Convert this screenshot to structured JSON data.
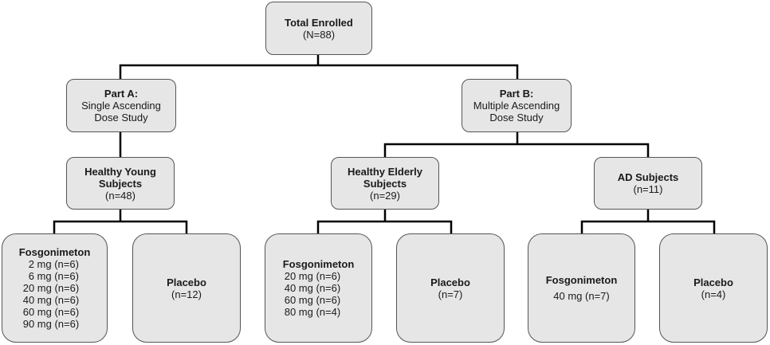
{
  "colors": {
    "box_fill": "#e6e6e6",
    "box_border": "#555555",
    "connector": "#000000"
  },
  "nodes": {
    "total": {
      "title": "Total Enrolled",
      "lines": [
        "(N=88)"
      ]
    },
    "part_a": {
      "title": "Part A:",
      "lines": [
        "Single Ascending",
        "Dose Study"
      ]
    },
    "part_b": {
      "title": "Part B:",
      "lines": [
        "Multiple Ascending",
        "Dose Study"
      ]
    },
    "healthy_young": {
      "title": "Healthy Young Subjects",
      "lines": [
        "(n=48)"
      ]
    },
    "healthy_elderly": {
      "title": "Healthy Elderly Subjects",
      "lines": [
        "(n=29)"
      ]
    },
    "ad_subjects": {
      "title": "AD Subjects",
      "lines": [
        "(n=11)"
      ]
    },
    "young_fosgonimeton": {
      "title": "Fosgonimeton",
      "lines": [
        "2 mg (n=6)",
        "6 mg (n=6)",
        "20 mg (n=6)",
        "40 mg (n=6)",
        "60 mg (n=6)",
        "90 mg (n=6)"
      ]
    },
    "young_placebo": {
      "title": "Placebo",
      "lines": [
        "(n=12)"
      ]
    },
    "elderly_fosgonimeton": {
      "title": "Fosgonimeton",
      "lines": [
        "20 mg (n=6)",
        "40 mg (n=6)",
        "60 mg (n=6)",
        "80 mg (n=4)"
      ]
    },
    "elderly_placebo": {
      "title": "Placebo",
      "lines": [
        "(n=7)"
      ]
    },
    "ad_fosgonimeton": {
      "title": "Fosgonimeton",
      "lines": [
        "40 mg (n=7)"
      ]
    },
    "ad_placebo": {
      "title": "Placebo",
      "lines": [
        "(n=4)"
      ]
    }
  }
}
